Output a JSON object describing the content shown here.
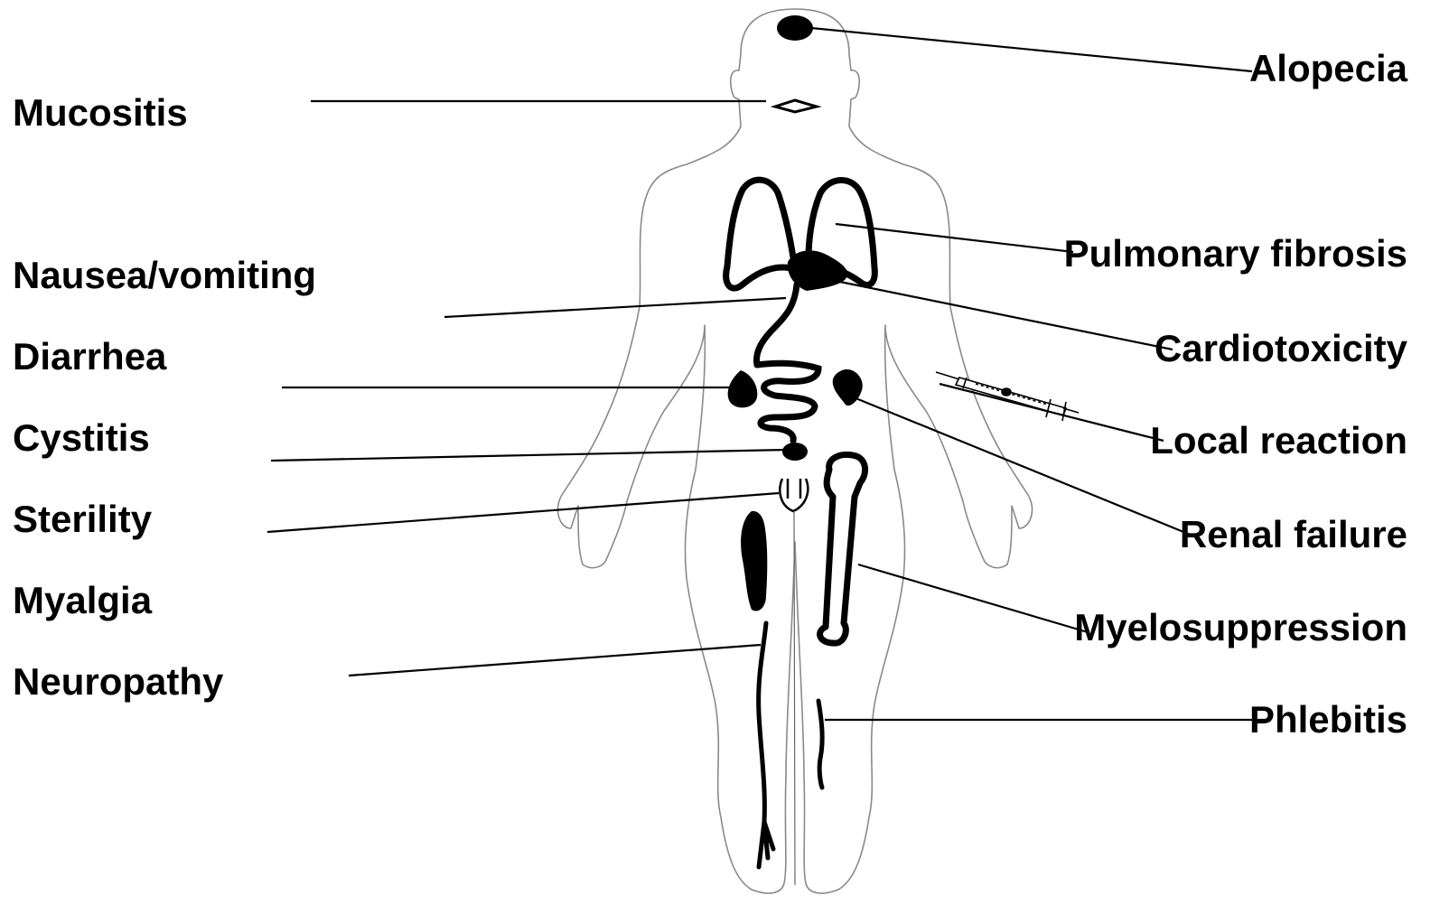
{
  "left_labels": {
    "mucositis": "Mucositis",
    "nausea_vomiting": "Nausea/vomiting",
    "diarrhea": "Diarrhea",
    "cystitis": "Cystitis",
    "sterility": "Sterility",
    "myalgia": "Myalgia",
    "neuropathy": "Neuropathy"
  },
  "right_labels": {
    "alopecia": "Alopecia",
    "pulmonary_fibrosis": "Pulmonary fibrosis",
    "cardiotoxicity": "Cardiotoxicity",
    "local_reaction": "Local reaction",
    "renal_failure": "Renal failure",
    "myelosuppression": "Myelosuppression",
    "phlebitis": "Phlebitis"
  },
  "colors": {
    "ink": "#000000",
    "outline": "#8a8a8a",
    "background": "#ffffff"
  }
}
